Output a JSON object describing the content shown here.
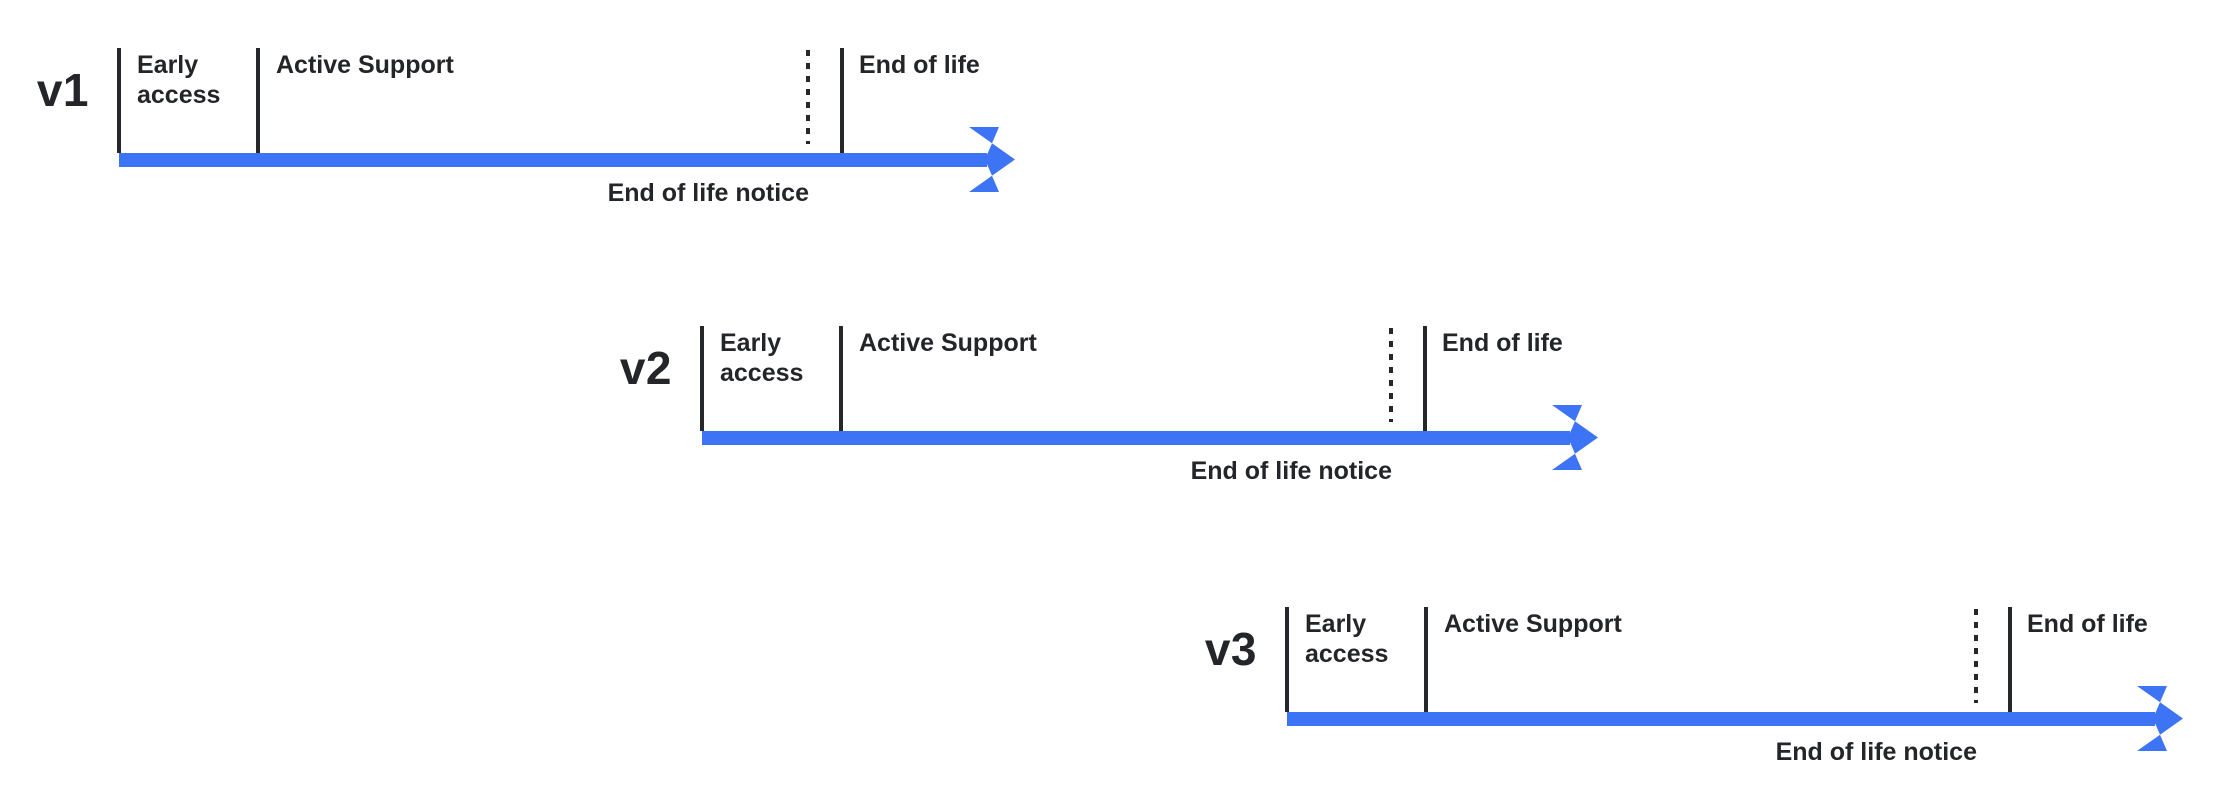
{
  "colors": {
    "background": "#ffffff",
    "arrow": "#3d74f5",
    "text": "#232529",
    "tick": "#26272b"
  },
  "rows": [
    {
      "version": "v1",
      "early_access": "Early access",
      "active_support": "Active Support",
      "end_of_life": "End of life",
      "end_of_life_notice": "End of life notice"
    },
    {
      "version": "v2",
      "early_access": "Early access",
      "active_support": "Active Support",
      "end_of_life": "End of life",
      "end_of_life_notice": "End of life notice"
    },
    {
      "version": "v3",
      "early_access": "Early access",
      "active_support": "Active Support",
      "end_of_life": "End of life",
      "end_of_life_notice": "End of life notice"
    }
  ]
}
